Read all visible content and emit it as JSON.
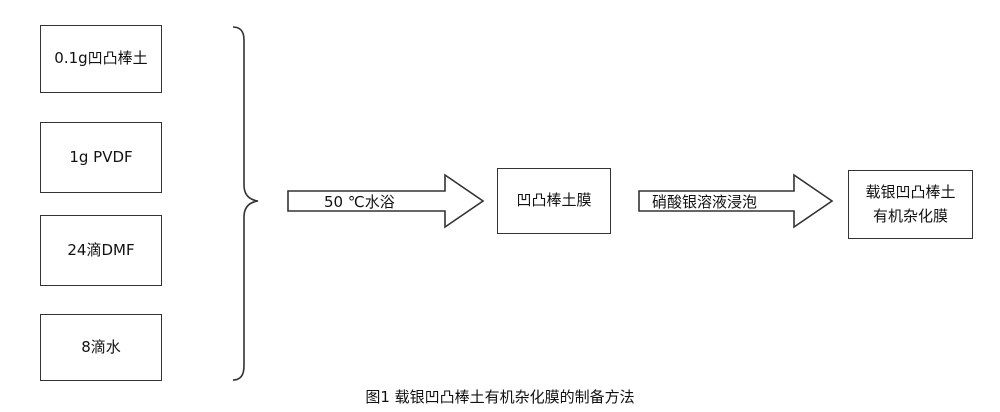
{
  "inputs": [
    {
      "label": "0.1g凹凸棒土"
    },
    {
      "label": "1g PVDF"
    },
    {
      "label": "24滴DMF"
    },
    {
      "label": "8滴水"
    }
  ],
  "arrows": [
    {
      "label": "50 ℃水浴"
    },
    {
      "label": "硝酸银溶液浸泡"
    }
  ],
  "intermediate": {
    "label": "凹凸棒土膜"
  },
  "product": {
    "label": "载银凹凸棒土\n有机杂化膜"
  },
  "caption": "图1  载银凹凸棒土有机杂化膜的制备方法"
}
